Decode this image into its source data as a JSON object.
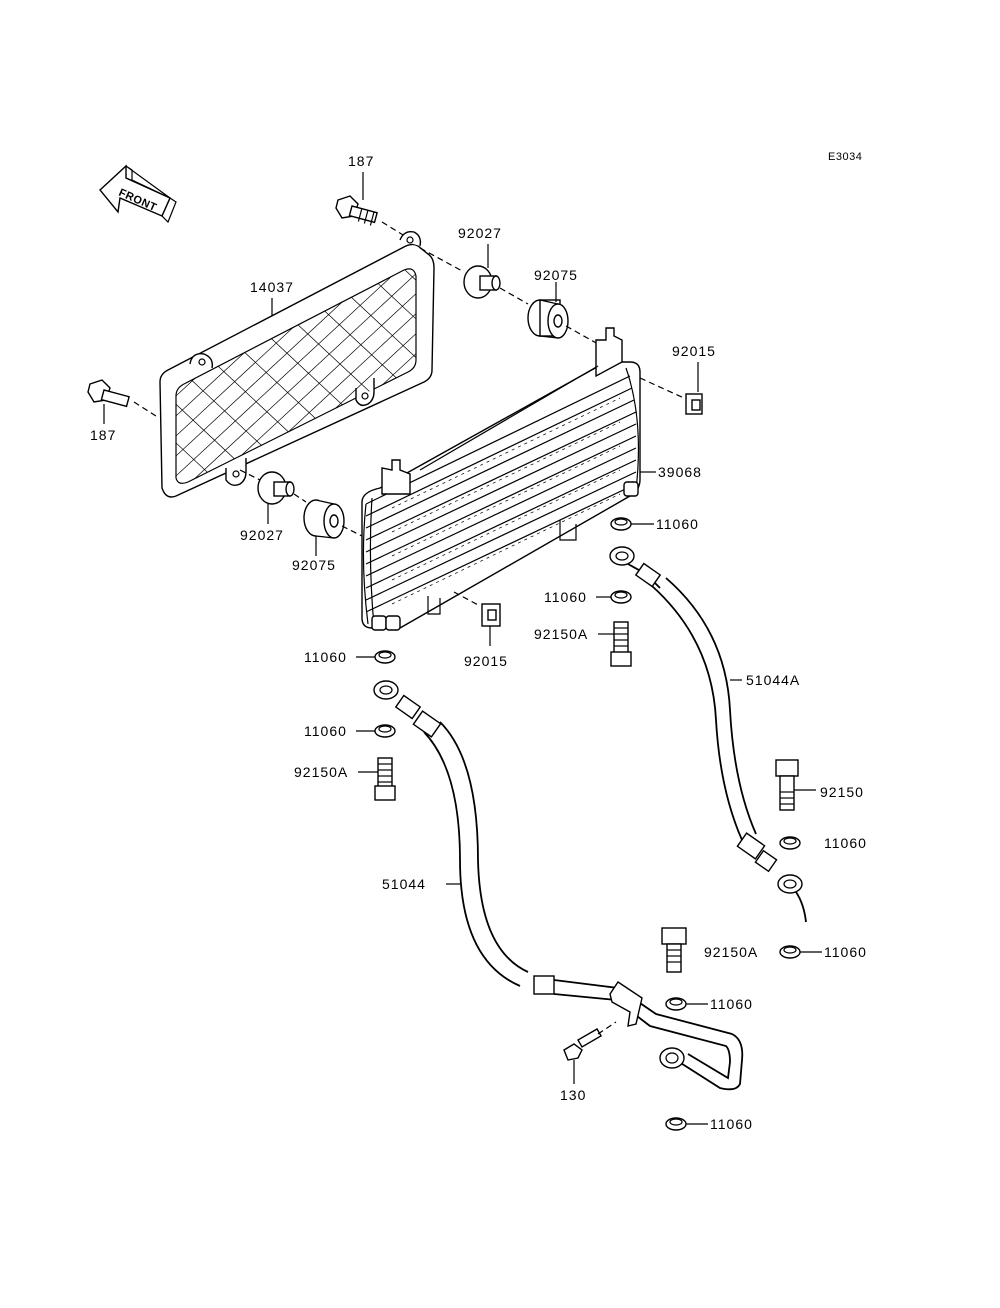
{
  "diagram": {
    "ref_code": "E3034",
    "front_arrow_text": "FRONT",
    "labels": {
      "bolt_187_top": "187",
      "bolt_187_left": "187",
      "screen_14037": "14037",
      "damper_92027_top": "92027",
      "damper_92027_bottom": "92027",
      "grommet_92075_top": "92075",
      "grommet_92075_bottom": "92075",
      "clip_92015_right": "92015",
      "clip_92015_bottom": "92015",
      "oil_cooler_39068": "39068",
      "gasket_11060_a": "11060",
      "gasket_11060_b": "11060",
      "gasket_11060_c": "11060",
      "gasket_11060_d": "11060",
      "gasket_11060_e": "11060",
      "gasket_11060_f": "11060",
      "gasket_11060_g": "11060",
      "gasket_11060_h": "11060",
      "bolt_92150A_a": "92150A",
      "bolt_92150A_b": "92150A",
      "bolt_92150A_c": "92150A",
      "bolt_92150": "92150",
      "hose_51044A": "51044A",
      "hose_51044": "51044",
      "bolt_130": "130"
    }
  }
}
